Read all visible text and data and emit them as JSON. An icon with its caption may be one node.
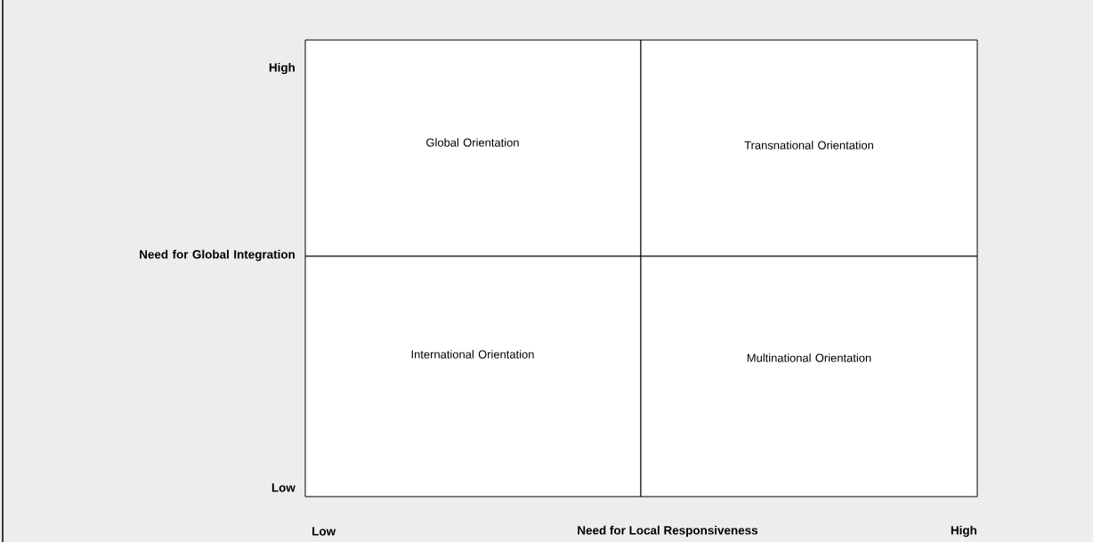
{
  "diagram": {
    "nodes": [
      {
        "text": [
          "Global Orientation"
        ]
      },
      {
        "text": [
          "Transnational Orientation"
        ]
      },
      {
        "text": [
          "International Orientation"
        ]
      },
      {
        "text": [
          "Multinational Orientation"
        ]
      }
    ],
    "labels": [
      "High",
      "Need for Global Integration",
      "Low",
      "Low",
      "Need for Local Responsiveness",
      "High"
    ]
  }
}
